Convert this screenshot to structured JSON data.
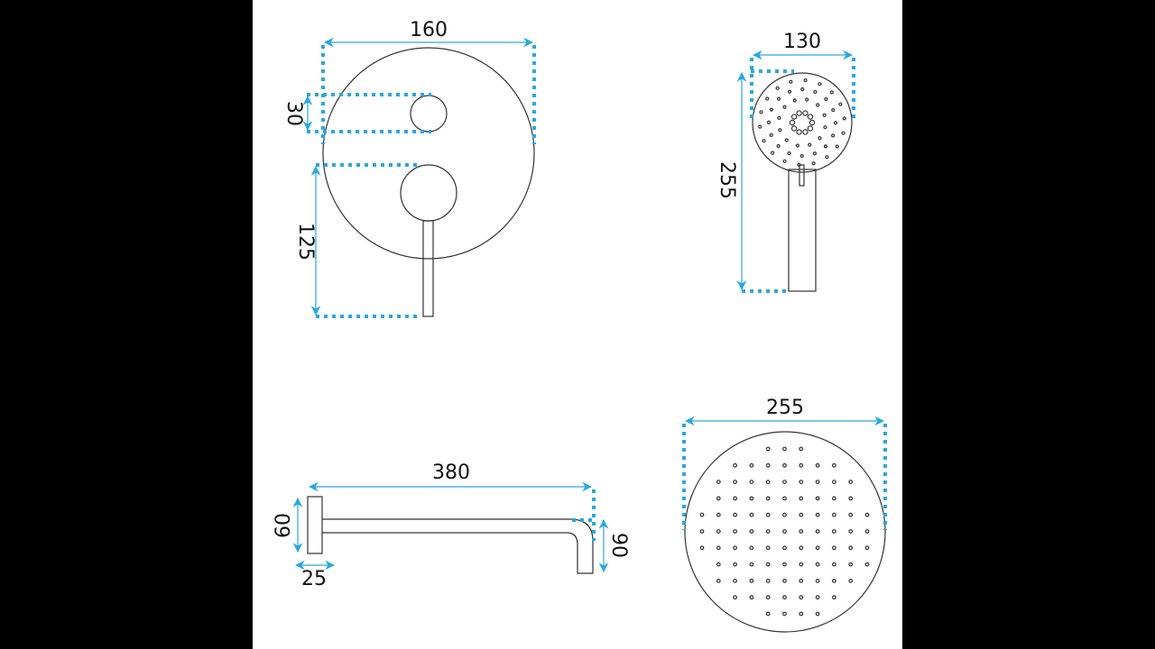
{
  "colors": {
    "dimension": "#29a8e0",
    "outline": "#333333"
  },
  "mixer": {
    "width": "160",
    "button_height": "30",
    "lever_height": "125"
  },
  "hand_shower": {
    "width": "130",
    "height": "255"
  },
  "shower_arm": {
    "length": "380",
    "flange_height": "60",
    "flange_depth": "25",
    "drop": "90"
  },
  "rain_head": {
    "diameter": "255"
  }
}
